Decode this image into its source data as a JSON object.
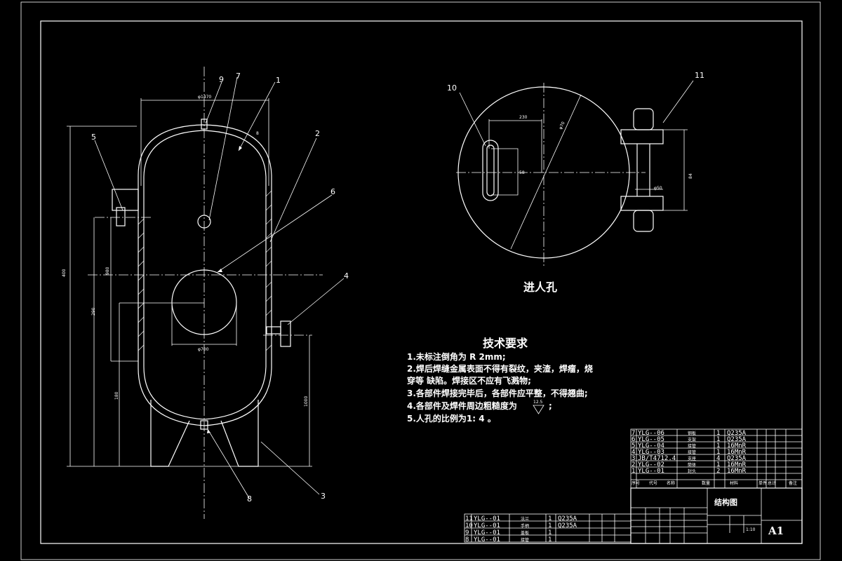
{
  "views": {
    "manhole_title": "进人孔",
    "manhole_dims": {
      "width": "230",
      "diameter": "φ70",
      "height": "58",
      "dim_84": "84",
      "dim_50": "φ50"
    },
    "vessel_dims": {
      "top_dia": "φ1470",
      "total_height": "400",
      "nozzle_height": "980",
      "mid_height": "290",
      "lower": "180",
      "leg": "1000",
      "manhole_width": "φ700",
      "wall": "8"
    }
  },
  "callouts": [
    "1",
    "2",
    "3",
    "4",
    "5",
    "6",
    "7",
    "8",
    "9",
    "10",
    "11"
  ],
  "requirements": {
    "title": "技术要求",
    "items": [
      "1.未标注倒角为 R 2mm;",
      "2.焊后焊缝金属表面不得有裂纹，夹渣，焊瘤，烧",
      "  穿等 缺陷。焊接区不应有飞溅物;",
      "3.各部件焊接完毕后，各部件应平整，不得翘曲;",
      "4.各部件及焊件周边粗糙度为",
      "5.人孔的比例为1: 4 。"
    ],
    "roughness": "12.5",
    "roughness_suffix": ";"
  },
  "parts_list_upper": [
    {
      "no": "7",
      "code": "YLG--06",
      "name": "钢板",
      "qty": "1",
      "mat": "Q235A"
    },
    {
      "no": "6",
      "code": "YLG--05",
      "name": "支架",
      "qty": "1",
      "mat": "Q235A"
    },
    {
      "no": "5",
      "code": "YLG--04",
      "name": "接管",
      "qty": "1",
      "mat": "16MnR"
    },
    {
      "no": "4",
      "code": "YLG--03",
      "name": "接管",
      "qty": "1",
      "mat": "16MnR"
    },
    {
      "no": "3",
      "code": "JB/T4712.4",
      "name": "支座",
      "qty": "4",
      "mat": "Q235A"
    },
    {
      "no": "2",
      "code": "YLG--02",
      "name": "筒体",
      "qty": "1",
      "mat": "16MnR"
    },
    {
      "no": "1",
      "code": "YLG--01",
      "name": "封头",
      "qty": "2",
      "mat": "16MnR"
    }
  ],
  "parts_list_lower": [
    {
      "no": "11",
      "code": "YLG--01",
      "name": "法兰",
      "qty": "1",
      "mat": "Q235A"
    },
    {
      "no": "10",
      "code": "YLG--01",
      "name": "手柄",
      "qty": "1",
      "mat": "Q235A"
    },
    {
      "no": "9",
      "code": "YLG--01",
      "name": "盖板",
      "qty": "1",
      "mat": ""
    },
    {
      "no": "8",
      "code": "YLG--01",
      "name": "接管",
      "qty": "1",
      "mat": ""
    }
  ],
  "title_block": {
    "drawing_name": "结构图",
    "sheet_size": "A1",
    "scale": "1:10",
    "header_cells": [
      "序号",
      "代号",
      "名称",
      "数量",
      "材料",
      "单件",
      "总计",
      "备注"
    ]
  }
}
